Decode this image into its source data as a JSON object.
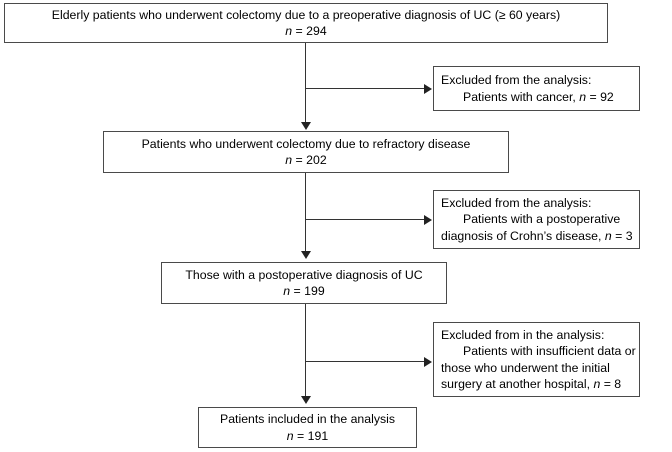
{
  "figure": {
    "type": "flowchart",
    "description": "Patient selection flow diagram"
  },
  "nodes": {
    "n1": {
      "line1": "Elderly patients who underwent colectomy due to a preoperative diagnosis of UC (≥  60 years)",
      "n_label": "n",
      "n_eq": " = ",
      "n_value": "294"
    },
    "n2": {
      "line1": "Patients who underwent colectomy due to refractory disease",
      "n_label": "n",
      "n_eq": " = ",
      "n_value": "202"
    },
    "n3": {
      "line1": "Those with a postoperative diagnosis of UC",
      "n_label": "n",
      "n_eq": " = ",
      "n_value": "199"
    },
    "n4": {
      "line1": "Patients included in the analysis",
      "n_label": "n",
      "n_eq": " = ",
      "n_value": "191"
    }
  },
  "exclusions": {
    "e1": {
      "line1": "Excluded from the analysis:",
      "line2_pre": "Patients with cancer, ",
      "n_label": "n",
      "n_eq": " = ",
      "n_value": "92"
    },
    "e2": {
      "line1": "Excluded from the analysis:",
      "line2": "Patients with a postoperative",
      "line3_pre": "diagnosis of Crohn’s disease, ",
      "n_label": "n",
      "n_eq": " = ",
      "n_value": "3"
    },
    "e3": {
      "line1": "Excluded from in the analysis:",
      "line2": "Patients with insufficient data or",
      "line3": "those who underwent the initial",
      "line4_pre": "surgery at another hospital, ",
      "n_label": "n",
      "n_eq": " = ",
      "n_value": "8"
    }
  },
  "colors": {
    "box_border": "#4a4a4a",
    "connector": "#333333",
    "background": "#ffffff",
    "text": "#000000"
  }
}
